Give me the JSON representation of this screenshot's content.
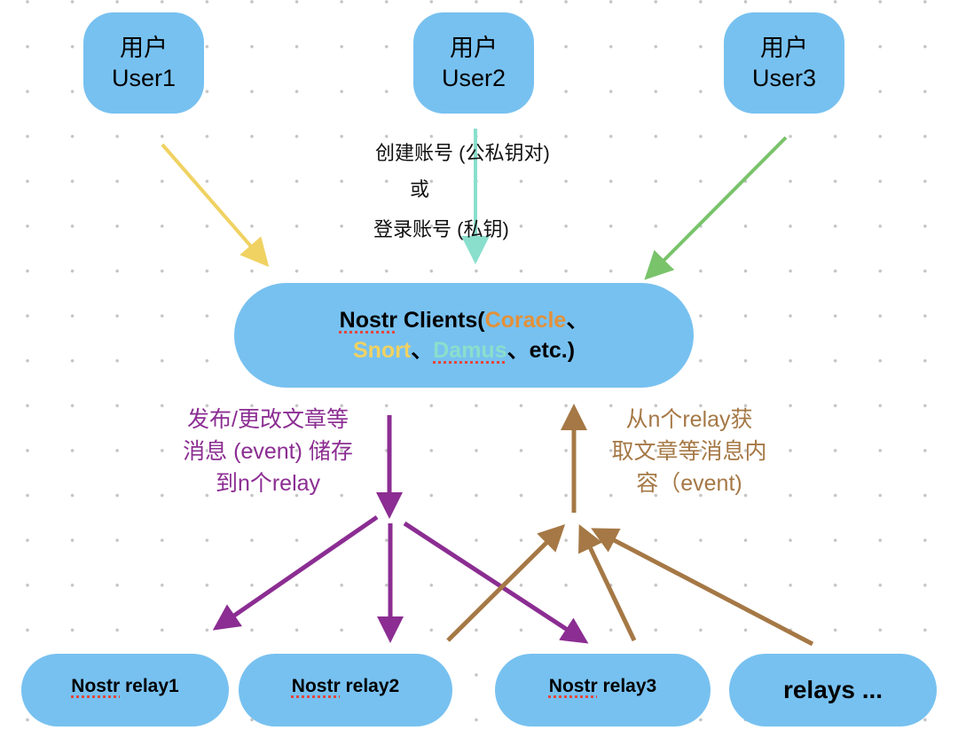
{
  "users": [
    {
      "title": "用户",
      "name": "User1"
    },
    {
      "title": "用户",
      "name": "User2"
    },
    {
      "title": "用户",
      "name": "User3"
    }
  ],
  "auth_text": {
    "line1": "创建账号 (公私钥对)",
    "line2": "或",
    "line3": "登录账号 (私钥)"
  },
  "clients": {
    "prefix": "Nostr",
    "label": " Clients(",
    "client_names": [
      "Coracle",
      "Snort",
      "Damus"
    ],
    "separator": "、",
    "suffix": "、etc.)"
  },
  "publish_label": [
    "发布/更改文章等",
    "消息 (event) 储存",
    "到n个relay"
  ],
  "fetch_label": [
    "从n个relay获",
    "取文章等消息内",
    "容（event)"
  ],
  "relays": [
    {
      "prefix": "Nostr",
      "name": " relay1"
    },
    {
      "prefix": "Nostr",
      "name": " relay2"
    },
    {
      "prefix": "Nostr",
      "name": " relay3"
    },
    {
      "prefix": "",
      "name": "relays ..."
    }
  ],
  "colors": {
    "node_fill": "#77c1f0",
    "user1_arrow": "#f0d262",
    "user2_arrow": "#89dfcc",
    "user3_arrow": "#79c36b",
    "publish": "#8b2d92",
    "fetch": "#a57845",
    "coracle": "#e2913a",
    "snort": "#f0d262",
    "damus": "#89dfcc"
  }
}
